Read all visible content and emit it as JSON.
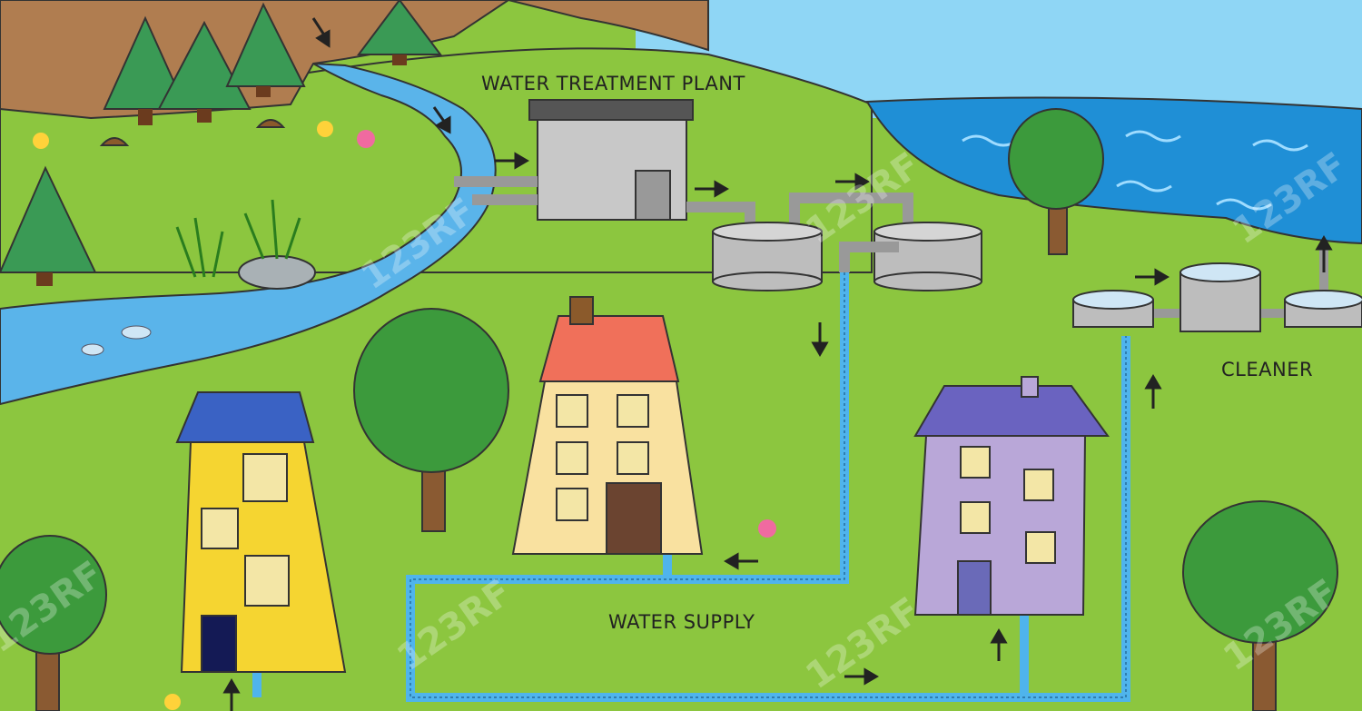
{
  "labels": {
    "plant": "WATER TREATMENT PLANT",
    "cleaner": "CLEANER",
    "supply": "WATER SUPPLY"
  },
  "watermark": "123RF",
  "colors": {
    "grass": "#8cc63f",
    "sky": "#8fd6f5",
    "lake": "#1f8fd6",
    "river": "#5ab4ea",
    "mountain": "#b07d50",
    "pipe": "#4fb4ec"
  }
}
